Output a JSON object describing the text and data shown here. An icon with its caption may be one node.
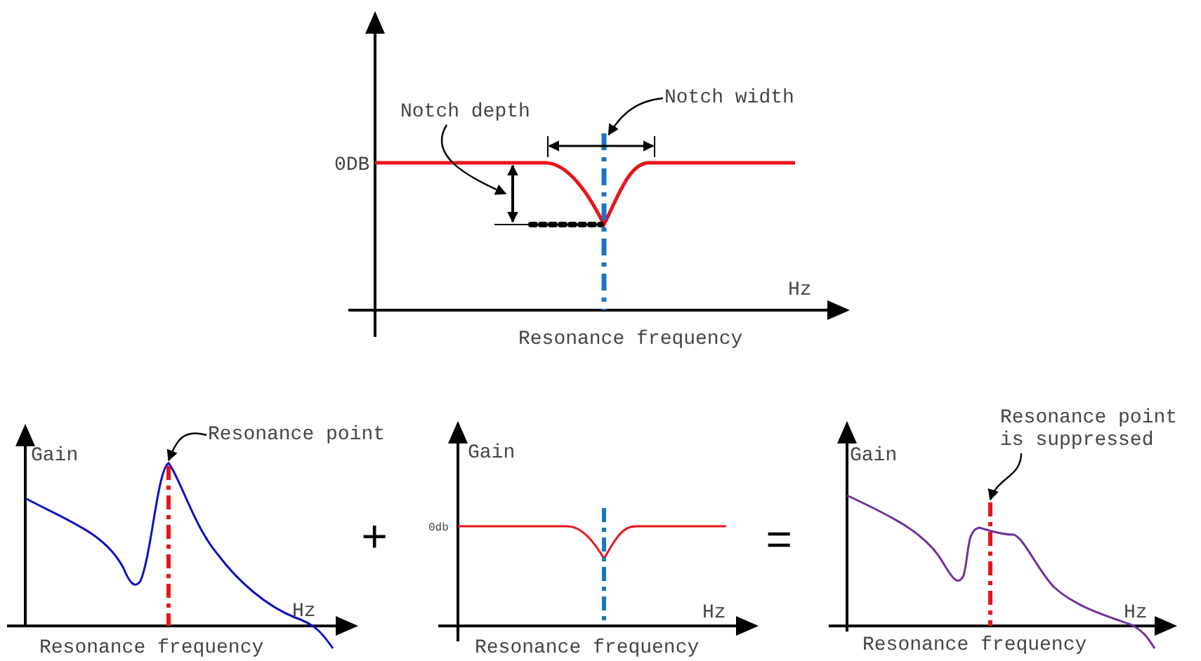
{
  "diagram": {
    "nodes": [
      {
        "text": [
          "Notch depth"
        ]
      },
      {
        "text": [
          "Notch width"
        ]
      },
      {
        "text": [
          "Resonance point"
        ]
      },
      {
        "text": [
          "Resonance point is suppressed"
        ]
      },
      {
        "text": [],
        "shape": "picture"
      },
      {
        "text": [],
        "shape": "picture"
      },
      {
        "text": [],
        "shape": "picture"
      },
      {
        "text": [],
        "shape": "picture"
      }
    ],
    "edges": [
      {
        "from": 0,
        "to": 5,
        "arrow": "to"
      },
      {
        "from": 1,
        "to": 4,
        "arrow": "to"
      },
      {
        "from": 2,
        "to": 6,
        "arrow": "to"
      },
      {
        "from": 3,
        "to": 7,
        "arrow": "to"
      }
    ],
    "labels": [
      "0DB",
      "Hz",
      "Resonance frequency",
      "Gain",
      "Hz",
      "Resonance frequency",
      "+",
      "Gain",
      "0db",
      "Hz",
      "Resonance frequency",
      "=",
      "Gain",
      "Hz",
      "Resonance frequency"
    ]
  }
}
